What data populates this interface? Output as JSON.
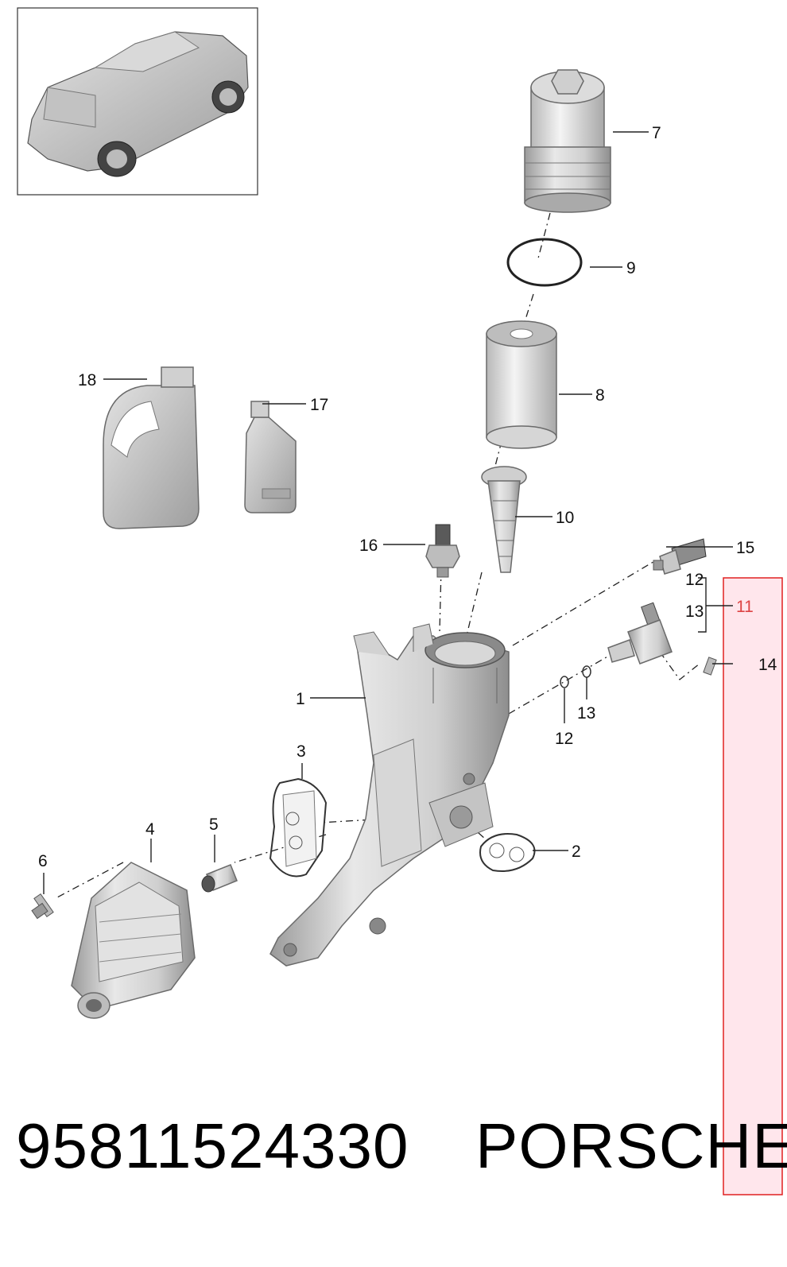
{
  "footer": {
    "part_number": "95811524330",
    "brand": "PORSCHE"
  },
  "callouts": {
    "c1": "1",
    "c2": "2",
    "c3": "3",
    "c4": "4",
    "c5": "5",
    "c6": "6",
    "c7": "7",
    "c8": "8",
    "c9": "9",
    "c10": "10",
    "c11": "11",
    "c12a": "12",
    "c13a": "13",
    "c12b": "12",
    "c13b": "13",
    "c14": "14",
    "c15": "15",
    "c16": "16",
    "c17": "17",
    "c18": "18"
  },
  "colors": {
    "highlight_border": "#e02020",
    "highlight_fill": "#ffe6ec",
    "part_gray": "#c9c9c9",
    "callout_text": "#111111"
  }
}
